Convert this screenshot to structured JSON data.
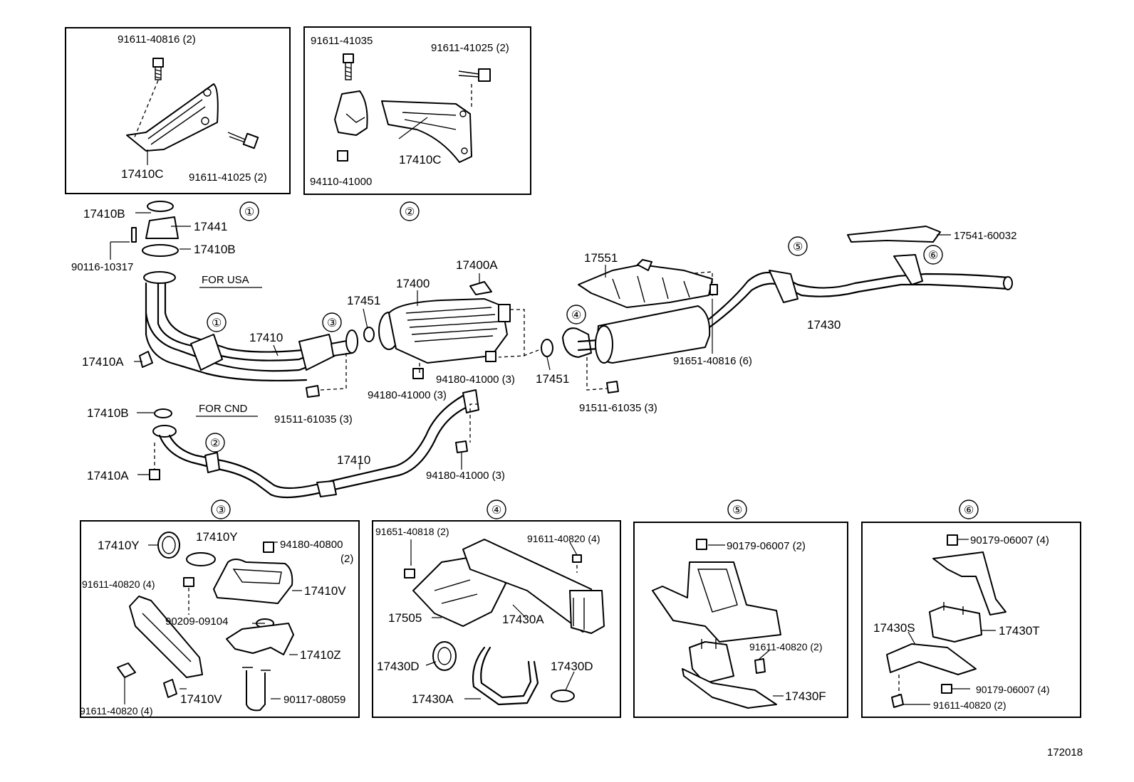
{
  "callouts": {
    "c1": "①",
    "c2": "②",
    "c3": "③",
    "c4": "④",
    "c5": "⑤",
    "c6": "⑥"
  },
  "notes": {
    "for_usa": "FOR USA",
    "for_cnd": "FOR CND"
  },
  "detail1": {
    "bolt_top": "91611-40816 (2)",
    "bracket": "17410C",
    "bolt_bottom": "91611-41025 (2)"
  },
  "detail2": {
    "bolt_left": "91611-41035",
    "bolt_right": "91611-41025 (2)",
    "bracket": "17410C",
    "nut": "94110-41000"
  },
  "main": {
    "p17410B_top": "17410B",
    "p17441": "17441",
    "p17410B_mid": "17410B",
    "p90116": "90116-10317",
    "p17410A_usa": "17410A",
    "p17410_usa": "17410",
    "p17451_front": "17451",
    "p17400": "17400",
    "p17400A": "17400A",
    "p94180_a": "94180-41000 (3)",
    "p94180_b": "94180-41000 (3)",
    "p91511_left": "91511-61035 (3)",
    "p17451_rear": "17451",
    "p17551": "17551",
    "p91651": "91651-40816 (6)",
    "p91511_right": "91511-61035 (3)",
    "p17430": "17430",
    "p17541": "17541-60032",
    "p17410B_cnd": "17410B",
    "p17410A_cnd": "17410A",
    "p17410_cnd": "17410",
    "p94180_c": "94180-41000 (3)"
  },
  "detail3": {
    "p17410Y_left": "17410Y",
    "p17410Y_right": "17410Y",
    "p94180_40800": "94180-40800",
    "p94180_qty": "(2)",
    "p91611_top": "91611-40820 (4)",
    "p17410V_top": "17410V",
    "p90209": "90209-09104",
    "p17410Z": "17410Z",
    "p17410V_bottom": "17410V",
    "p90117": "90117-08059",
    "p91611_bottom": "91611-40820 (4)"
  },
  "detail4": {
    "p91651_40818": "91651-40818 (2)",
    "p91611_40820": "91611-40820 (4)",
    "p17505": "17505",
    "p17430A_top": "17430A",
    "p17430D_left": "17430D",
    "p17430D_right": "17430D",
    "p17430A_bottom": "17430A"
  },
  "detail5": {
    "p90179": "90179-06007 (2)",
    "p91611": "91611-40820 (2)",
    "p17430F": "17430F"
  },
  "detail6": {
    "p90179_top": "90179-06007 (4)",
    "p17430S": "17430S",
    "p17430T": "17430T",
    "p90179_bottom": "90179-06007 (4)",
    "p91611": "91611-40820 (2)"
  },
  "figure_number": "172018"
}
